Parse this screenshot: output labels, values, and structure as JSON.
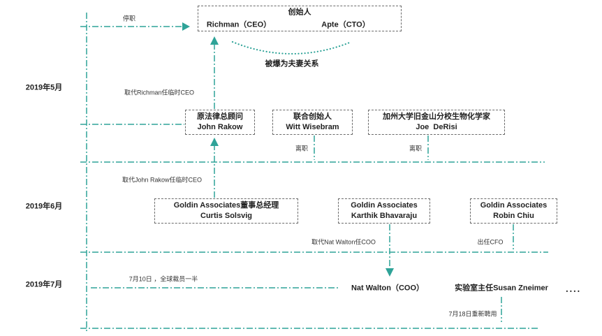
{
  "colors": {
    "line": "#2fa398",
    "box_border": "#6b6b6b",
    "text": "#1f1f1f",
    "label": "#333333"
  },
  "months": {
    "may": "2019年5月",
    "june": "2019年6月",
    "july": "2019年7月"
  },
  "founders": {
    "suspend_label": "停职",
    "box_title": "创始人",
    "ceo": "Richman（CEO）",
    "cto": "Apte（CTO）",
    "relationship_label": "被爆为夫妻关系"
  },
  "may": {
    "replace_label": "取代Richman任临时CEO",
    "legal_counsel": {
      "title": "原法律总顾问",
      "name": "John Rakow"
    },
    "cofounder": {
      "title": "联合创始人",
      "name": "Witt Wisebram",
      "exit_label": "离职"
    },
    "biochemist": {
      "title": "加州大学旧金山分校生物化学家",
      "name": "Joe  DeRisi",
      "exit_label": "离职"
    }
  },
  "june": {
    "replace_label": "取代John Rakow任临时CEO",
    "managing_director": {
      "title": "Goldin Associates董事总经理",
      "name": "Curtis Solsvig"
    },
    "bhavaraju": {
      "title": "Goldin Associates",
      "name": "Karthik Bhavaraju",
      "role_label": "取代Nat Walton任COO"
    },
    "chiu": {
      "title": "Goldin Associates",
      "name": "Robin Chiu",
      "role_label": "出任CFO"
    }
  },
  "july": {
    "layoff_label": "7月10日 ，全球裁员一半",
    "coo": "Nat Walton（COO）",
    "lab_director": "实验室主任Susan Zneimer",
    "ellipsis": "．．．．",
    "rehire_label": "7月18日重新聘用"
  }
}
